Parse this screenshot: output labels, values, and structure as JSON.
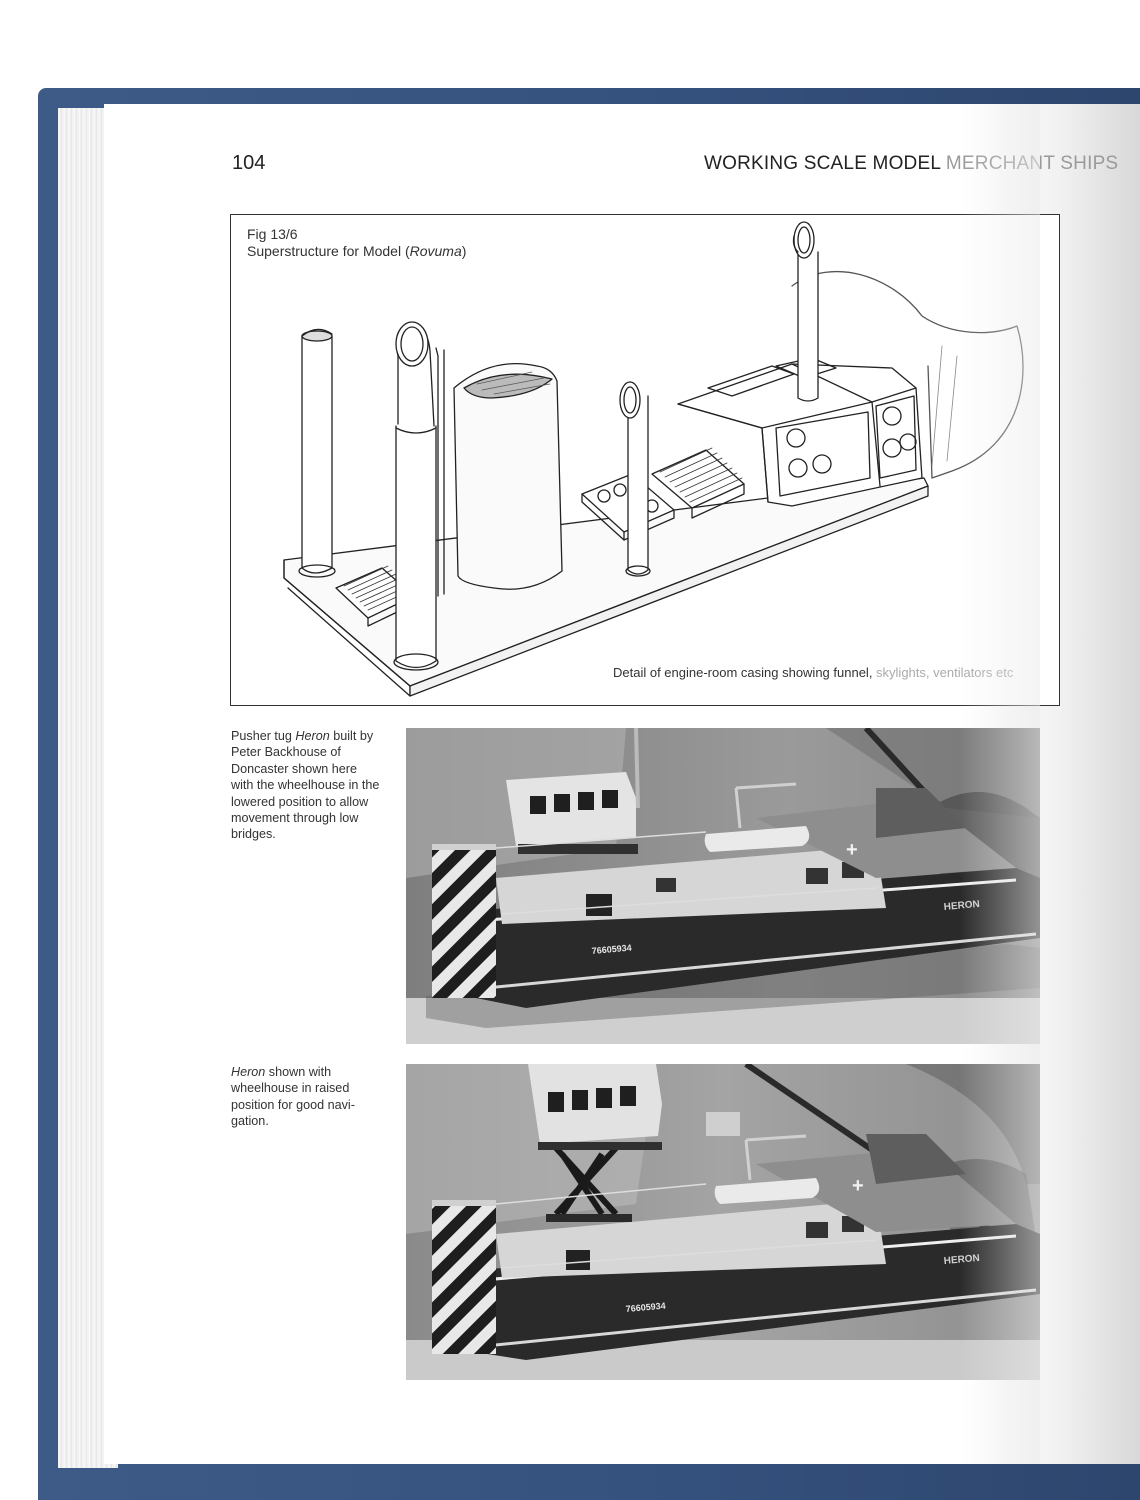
{
  "header": {
    "page_number": "104",
    "running_head": "WORKING SCALE MODEL ",
    "running_head_faded": "MERCHANT SHIPS"
  },
  "figure": {
    "label": "Fig 13/6",
    "title_prefix": "Superstructure for Model (",
    "title_italic": "Rovuma",
    "title_suffix": ")",
    "inner_caption": "Detail of engine-room casing showing funnel, ",
    "inner_caption_faded": "skylights, ventilators etc"
  },
  "photos": [
    {
      "caption_prefix": "Pusher tug ",
      "caption_italic": "Heron",
      "caption_suffix": " built by Peter Backhouse of Doncaster shown here with the wheelhouse in the lowered position to allow movement through low bridges.",
      "hull_number": "76605934",
      "hull_name": "HERON"
    },
    {
      "caption_prefix": "",
      "caption_italic": "Heron",
      "caption_suffix": " shown with wheelhouse in raised position for good navi-gation.",
      "hull_number": "76605934",
      "hull_name": "HERON"
    }
  ]
}
